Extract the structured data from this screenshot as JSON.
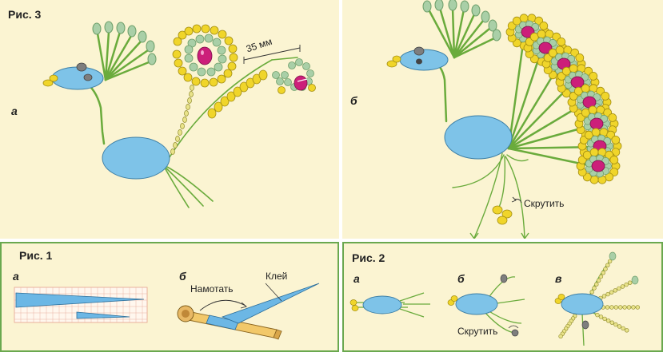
{
  "fig3": {
    "title": "Рис. 3",
    "label_a": "а",
    "label_b": "б",
    "length_label": "35 мм",
    "twist_label": "Скрутить"
  },
  "fig1": {
    "title": "Рис. 1",
    "label_a": "а",
    "label_b": "б",
    "wind_label": "Намотать",
    "glue_label": "Клей"
  },
  "fig2": {
    "title": "Рис. 2",
    "label_a": "а",
    "label_b": "б",
    "label_v": "в",
    "twist_label": "Скрутить"
  },
  "colors": {
    "panel_bg": "#fbf4d2",
    "wire_green": "#6aab3c",
    "body_blue": "#7ec3e8",
    "bead_yellow": "#f0d52a",
    "bead_mint": "#a9cfa7",
    "bead_magenta": "#cc1f7a",
    "bead_gray": "#7e7e7e",
    "border_green": "#6aa84f"
  }
}
